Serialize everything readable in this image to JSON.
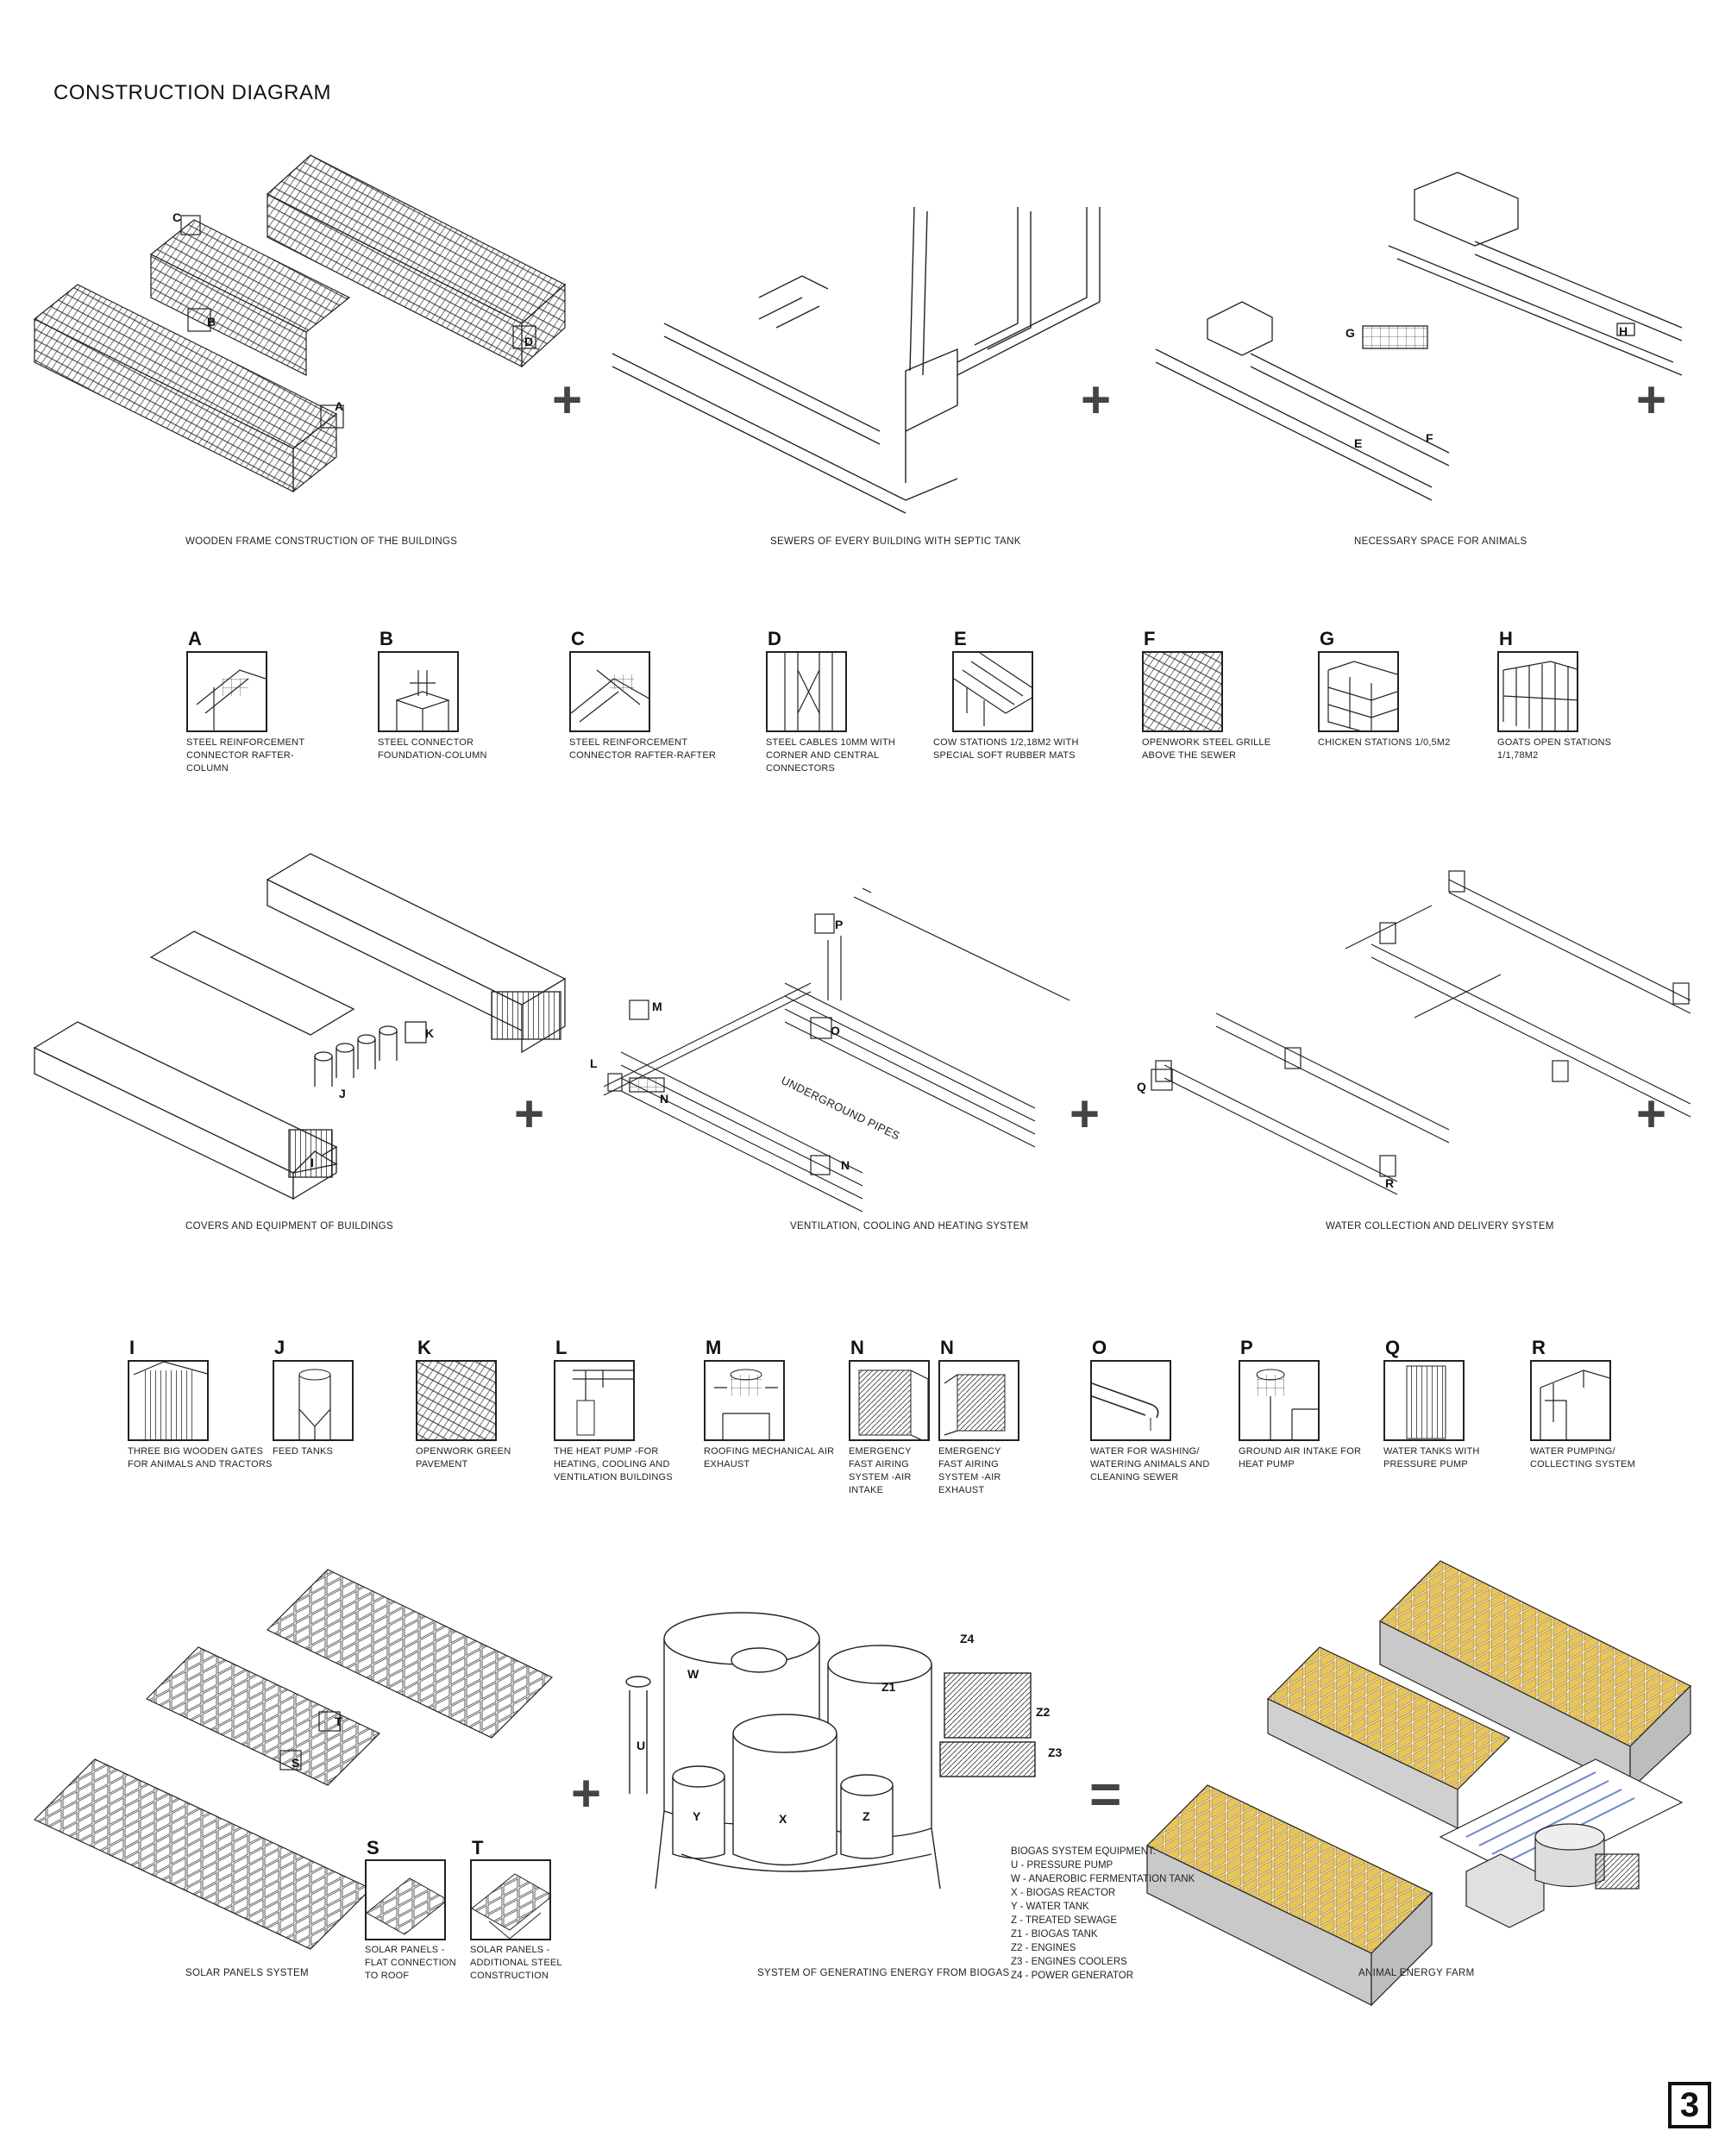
{
  "title": "CONSTRUCTION DIAGRAM",
  "row1": {
    "captions": [
      "WOODEN FRAME CONSTRUCTION OF THE BUILDINGS",
      "SEWERS OF EVERY BUILDING WITH SEPTIC TANK",
      "NECESSARY SPACE FOR ANIMALS"
    ],
    "labels": [
      "A",
      "B",
      "C",
      "D",
      "E",
      "F",
      "G",
      "H"
    ]
  },
  "details1": [
    {
      "letter": "A",
      "text": "STEEL REINFORCEMENT CONNECTOR RAFTER-COLUMN"
    },
    {
      "letter": "B",
      "text": "STEEL CONNECTOR FOUNDATION-COLUMN"
    },
    {
      "letter": "C",
      "text": "STEEL REINFORCEMENT CONNECTOR RAFTER-RAFTER"
    },
    {
      "letter": "D",
      "text": "STEEL CABLES 10MM WITH CORNER AND CENTRAL CONNECTORS"
    },
    {
      "letter": "E",
      "text": "COW STATIONS 1/2,18m2 WITH SPECIAL SOFT RUBBER MATS"
    },
    {
      "letter": "F",
      "text": "OPENWORK STEEL GRILLE ABOVE THE SEWER"
    },
    {
      "letter": "G",
      "text": "CHICKEN STATIONS 1/0,5m2"
    },
    {
      "letter": "H",
      "text": "GOATS OPEN STATIONS 1/1,78m2"
    }
  ],
  "row2": {
    "captions": [
      "COVERS AND EQUIPMENT OF BUILDINGS",
      "VENTILATION, COOLING AND HEATING SYSTEM",
      "WATER COLLECTION AND DELIVERY SYSTEM"
    ],
    "labels": [
      "I",
      "J",
      "K",
      "L",
      "M",
      "N",
      "N",
      "O",
      "P",
      "Q",
      "R"
    ],
    "pipes_label": "UNDERGROUND PIPES"
  },
  "details2": [
    {
      "letter": "I",
      "text": "THREE BIG WOODEN GATES FOR ANIMALS AND TRACTORS"
    },
    {
      "letter": "J",
      "text": "FEED TANKS"
    },
    {
      "letter": "K",
      "text": "OPENWORK GREEN PAVEMENT"
    },
    {
      "letter": "L",
      "text": "THE HEAT PUMP -FOR HEATING, COOLING AND VENTILATION BUILDINGS"
    },
    {
      "letter": "M",
      "text": "ROOFING MECHANICAL AIR EXHAUST"
    },
    {
      "letter": "N",
      "text": "EMERGENCY FAST AIRING SYSTEM -AIR INTAKE"
    },
    {
      "letter": "N",
      "text": "EMERGENCY FAST AIRING SYSTEM -AIR EXHAUST"
    },
    {
      "letter": "O",
      "text": "WATER FOR WASHING/ WATERING ANIMALS AND CLEANING SEWER"
    },
    {
      "letter": "P",
      "text": "GROUND AIR INTAKE FOR HEAT PUMP"
    },
    {
      "letter": "Q",
      "text": "WATER TANKS WITH PRESSURE PUMP"
    },
    {
      "letter": "R",
      "text": "WATER PUMPING/ COLLECTING SYSTEM"
    }
  ],
  "row3": {
    "captions": [
      "SOLAR PANELS SYSTEM",
      "SYSTEM OF GENERATING ENERGY FROM BIOGAS",
      "ANIMAL ENERGY FARM"
    ],
    "labels": [
      "S",
      "T",
      "W",
      "U",
      "Y",
      "X",
      "Z",
      "Z1",
      "Z2",
      "Z3",
      "Z4"
    ],
    "details": [
      {
        "letter": "S",
        "text": "SOLAR PANELS - FLAT CONNECTION TO ROOF"
      },
      {
        "letter": "T",
        "text": "SOLAR PANELS - ADDITIONAL STEEL CONSTRUCTION"
      }
    ],
    "legend_title": "BIOGAS SYSTEM EQUIPMENT:",
    "legend": [
      "U - PRESSURE PUMP",
      "W - ANAEROBIC FERMENTATION TANK",
      "X - BIOGAS REACTOR",
      "Y - WATER TANK",
      "Z - TREATED SEWAGE",
      "Z1 - BIOGAS TANK",
      "Z2 - ENGINES",
      "Z3 - ENGINES COOLERS",
      "Z4 - POWER GENERATOR"
    ]
  },
  "page_number": "3",
  "colors": {
    "ink": "#222222",
    "roof": "#e8c55a",
    "roof_edge": "#b8922e",
    "water": "#6f86c9",
    "wall_grey": "#c9c9c9"
  }
}
